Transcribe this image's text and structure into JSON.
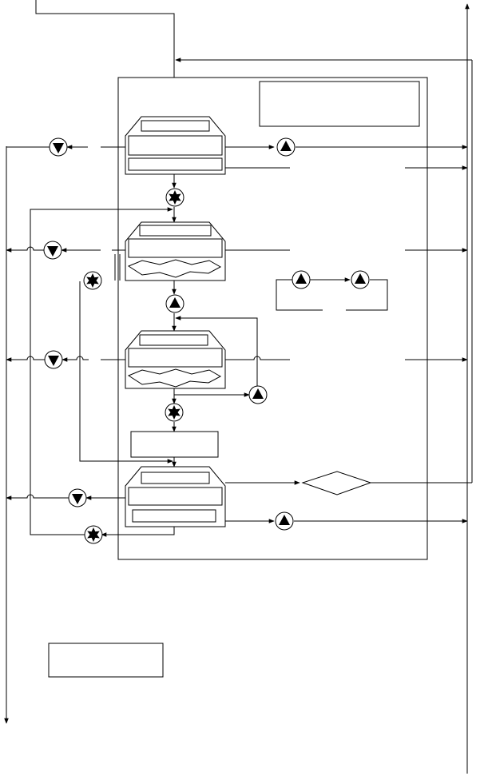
{
  "diagram": {
    "type": "process-flow-schematic",
    "text_labels": [],
    "colors": {
      "line": "#000000",
      "background": "#ffffff"
    },
    "symbol_types": [
      "pump-up-triangle",
      "pump-down-triangle",
      "star-burst-valve",
      "diamond-separator"
    ]
  }
}
